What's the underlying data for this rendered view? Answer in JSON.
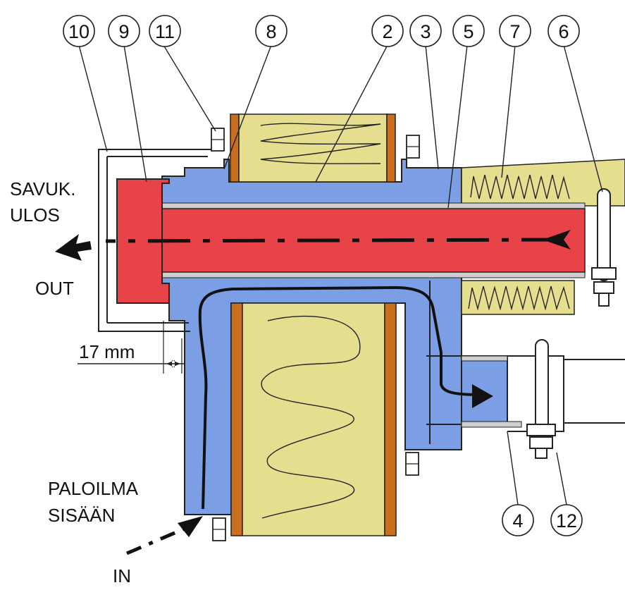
{
  "colors": {
    "flue_red": "#e84349",
    "air_blue": "#7b9ee4",
    "insulation_yellow": "#e6de8f",
    "casing_orange": "#c96f1e",
    "corrugated_grey": "#cfcfcf"
  },
  "labels": {
    "savuk": "SAVUK.",
    "ulos": "ULOS",
    "out": "OUT",
    "paloilma": "PALOILMA",
    "sisaan": "SISÄÄN",
    "in": "IN",
    "dimension": "17 mm"
  },
  "callouts": [
    {
      "number": "10"
    },
    {
      "number": "9"
    },
    {
      "number": "11"
    },
    {
      "number": "8"
    },
    {
      "number": "2"
    },
    {
      "number": "3"
    },
    {
      "number": "5"
    },
    {
      "number": "7"
    },
    {
      "number": "6"
    },
    {
      "number": "4"
    },
    {
      "number": "12"
    }
  ]
}
